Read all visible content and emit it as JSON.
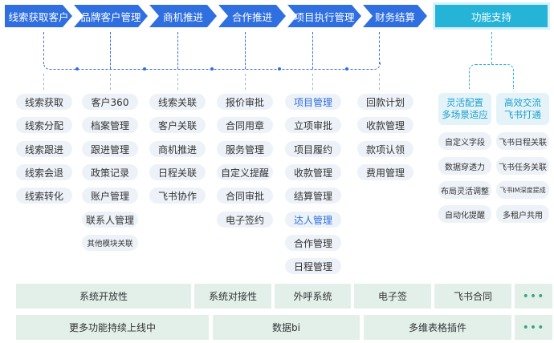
{
  "steps": [
    "线索获取客户",
    "品牌客户管理",
    "商机推进",
    "合作推进",
    "项目执行管理",
    "财务结算"
  ],
  "support_title": "功能支持",
  "columns": [
    [
      "线索获取",
      "线索分配",
      "线索跟进",
      "线索会退",
      "线索转化"
    ],
    [
      "客户360",
      "档案管理",
      "跟进管理",
      "政策记录",
      "账户管理",
      "联系人管理",
      "其他模块关联"
    ],
    [
      "线索关联",
      "客户关联",
      "商机推进",
      "日程关联",
      "飞书协作"
    ],
    [
      "报价审批",
      "合同用章",
      "服务管理",
      "自定义提醒",
      "合同审批",
      "电子签约"
    ],
    [
      "项目管理",
      "立项审批",
      "项目履约",
      "收款管理",
      "结算管理",
      "达人管理",
      "合作管理",
      "日程管理"
    ],
    [
      "回款计划",
      "收款管理",
      "款项认领",
      "费用管理"
    ]
  ],
  "support": {
    "left_title": "灵活配置\n多场景适应",
    "right_title": "高效交流\n飞书打通",
    "left_items": [
      "自定义字段",
      "数据穿透力",
      "布局灵活调整",
      "自动化提醒"
    ],
    "right_items": [
      "飞书日程关联",
      "飞书任务关联",
      "飞书IM深度提成",
      "多租户共用"
    ]
  },
  "bottom": {
    "row1": [
      "系统开放性",
      "系统对接性",
      "外呼系统",
      "电子签",
      "飞书合同"
    ],
    "row2": [
      "更多功能持续上线中",
      "数据bi",
      "多维表格插件"
    ],
    "more": "•••"
  },
  "colors": {
    "primary": "#2f6fe0",
    "support": "#25b4d8",
    "pill_bg": "#edf2f8",
    "bottom_bg": "#e3f0ea"
  }
}
